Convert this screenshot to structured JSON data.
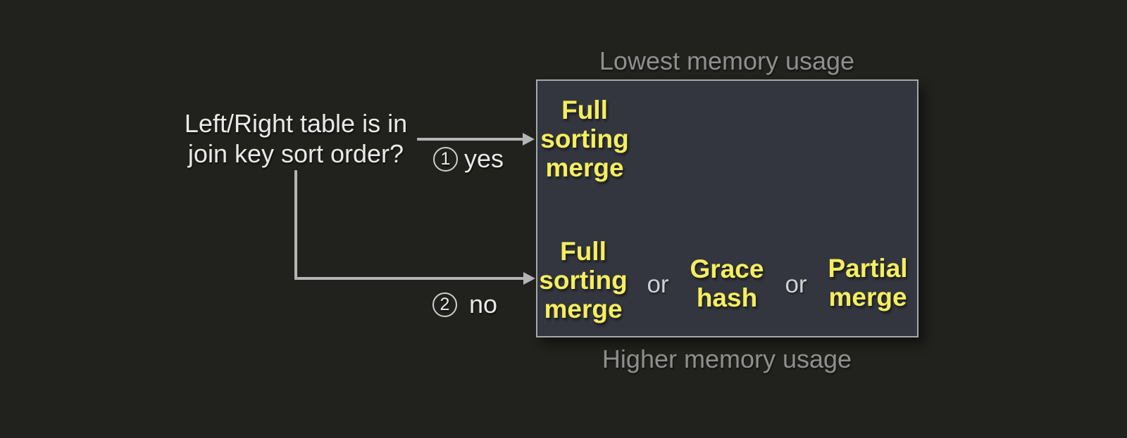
{
  "colors": {
    "bg": "#21221e",
    "box-fill": "#33363f",
    "box-border": "#a8a8a8",
    "yellow": "#f5ee5e",
    "white-text": "#e9e9e7",
    "gray-text": "#8f8f8d",
    "line": "#b5b5b5",
    "or-text": "#ced1d6"
  },
  "question": {
    "line1": "Left/Right table is in",
    "line2": "join key sort order?"
  },
  "branches": {
    "yes": {
      "number": "1",
      "label": "yes"
    },
    "no": {
      "number": "2",
      "label": "no"
    }
  },
  "captions": {
    "top": "Lowest memory usage",
    "bottom": "Higher memory usage"
  },
  "algorithms": {
    "sorted_case": {
      "l1": "Full",
      "l2": "sorting",
      "l3": "merge"
    },
    "unsorted_case": {
      "option1": {
        "l1": "Full",
        "l2": "sorting",
        "l3": "merge"
      },
      "or1": "or",
      "option2": {
        "l1": "Grace",
        "l2": "hash"
      },
      "or2": "or",
      "option3": {
        "l1": "Partial",
        "l2": "merge"
      }
    }
  }
}
